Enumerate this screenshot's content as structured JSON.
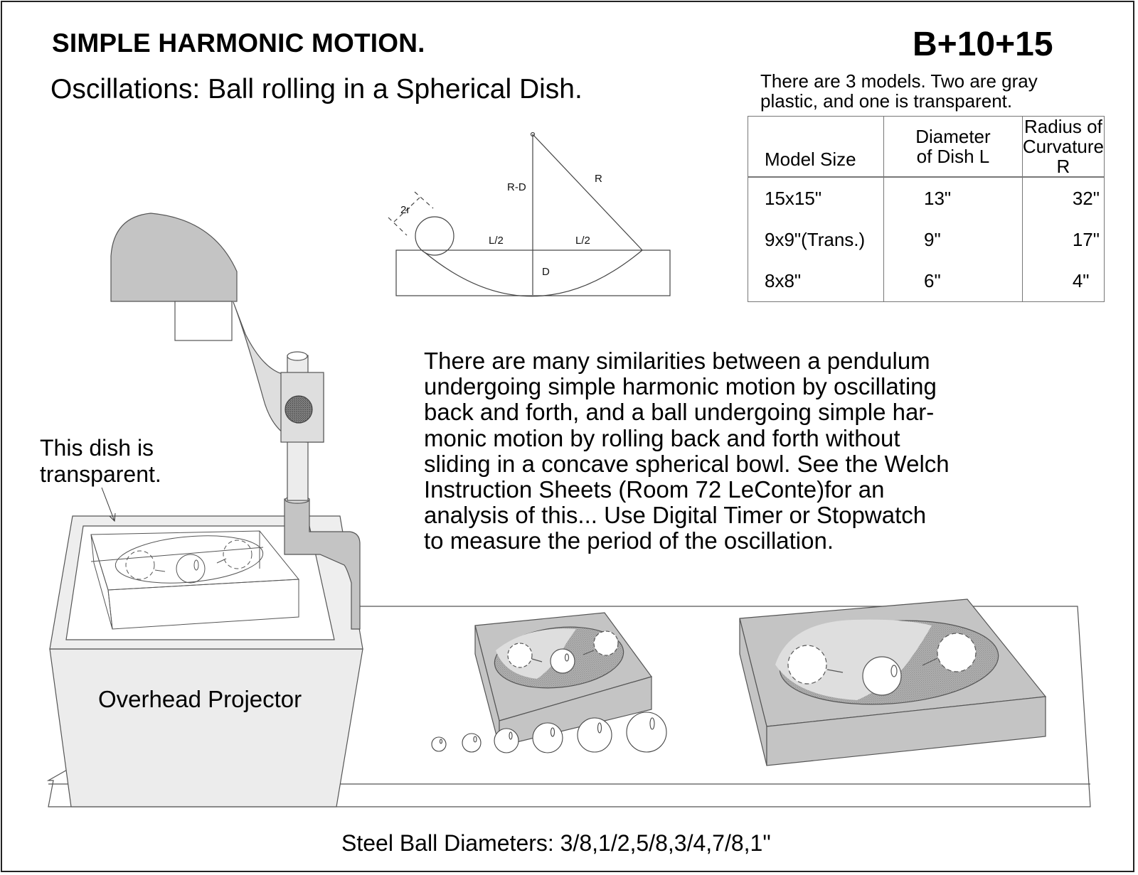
{
  "header": {
    "title": "SIMPLE HARMONIC MOTION.",
    "subtitle": "Oscillations: Ball rolling in a Spherical Dish.",
    "code": "B+10+15"
  },
  "models": {
    "note": "There are 3 models.  Two are gray plastic, and one is transparent.",
    "columns": [
      "Model Size",
      "Diameter of Dish L",
      "Radius of Curvature R"
    ],
    "column_lines": [
      [
        "Model Size"
      ],
      [
        "Diameter",
        "of Dish L"
      ],
      [
        "Radius of",
        "Curvature R"
      ]
    ],
    "rows": [
      {
        "size": "15x15\"",
        "diameter": "13\"",
        "radius": "32\""
      },
      {
        "size": "9x9\"(Trans.)",
        "diameter": "9\"",
        "radius": "17\""
      },
      {
        "size": "8x8\"",
        "diameter": "6\"",
        "radius": "4\""
      }
    ]
  },
  "geometry_diagram": {
    "labels": {
      "ball_diameter": "2r",
      "center_height": "R-D",
      "radius": "R",
      "half_width_left": "L/2",
      "half_width_right": "L/2",
      "depth": "D"
    }
  },
  "description": {
    "lines": [
      "There are many similarities between a pendulum",
      "undergoing simple harmonic motion by oscillating",
      "back and forth, and a ball undergoing simple har-",
      "monic motion by rolling back and forth without",
      "sliding in a concave spherical bowl.  See the Welch",
      "Instruction Sheets (Room 72 LeConte)for an",
      "analysis of this... Use Digital Timer or Stopwatch",
      "to measure the period of the oscillation."
    ]
  },
  "illustration": {
    "dish_note_lines": [
      "This dish is",
      "transparent."
    ],
    "projector_label": "Overhead Projector",
    "balls_caption": "Steel Ball Diameters: 3/8,1/2,5/8,3/4,7/8,1\"",
    "colors": {
      "gray_plastic": "#c4c4c4",
      "light_gray": "#dedede",
      "projector_body": "#ececec",
      "shadow_stipple": "#a8a8a8",
      "knob": "#777777"
    }
  }
}
